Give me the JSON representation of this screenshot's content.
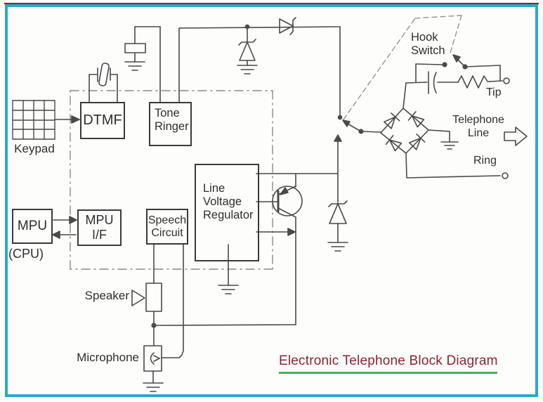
{
  "window": {
    "background": "#fdfdfc",
    "border_color": "#2fa6c8",
    "top_edge_color": "#8e2136"
  },
  "blocks": {
    "dtmf": "DTMF",
    "tone_ringer": "Tone Ringer",
    "line_voltage_regulator": "Line Voltage Regulator",
    "mpu": "MPU",
    "mpu_if": "MPU I/F",
    "speech_circuit": "Speech Circuit"
  },
  "labels": {
    "keypad": "Keypad",
    "cpu": "(CPU)",
    "speaker": "Speaker",
    "microphone": "Microphone",
    "hook_switch": "Hook Switch",
    "tip": "Tip",
    "telephone_line": "Telephone Line",
    "ring": "Ring"
  },
  "title": {
    "text": "Electronic Telephone Block Diagram",
    "color": "#8e2136",
    "underline_color": "#44b05b"
  },
  "symbols": {
    "keypad-grid-icon": "4x4 grid",
    "crystal-icon": "tilted crystal with side plates",
    "capacitor-icon": "two-plate capacitor",
    "resistor-icon": "zigzag resistor",
    "diode-bridge-icon": "four-diode diamond bridge",
    "zener-diode-icon": "zener diode with bent cathode",
    "transistor-icon": "PNP transistor in circle",
    "ground-icon": "three-bar earth ground",
    "speaker-icon": "triangle horn",
    "microphone-icon": "mic capsule",
    "hook-switch-icon": "open switch blade with arrows",
    "terminal-icon": "open circle terminal",
    "line-arrow-icon": "hollow right arrow",
    "dashed-boundary": "dash-dot IC boundary box"
  },
  "line_colors": {
    "wire": "#4a4a4a",
    "dashed": "#8a8a8a"
  }
}
